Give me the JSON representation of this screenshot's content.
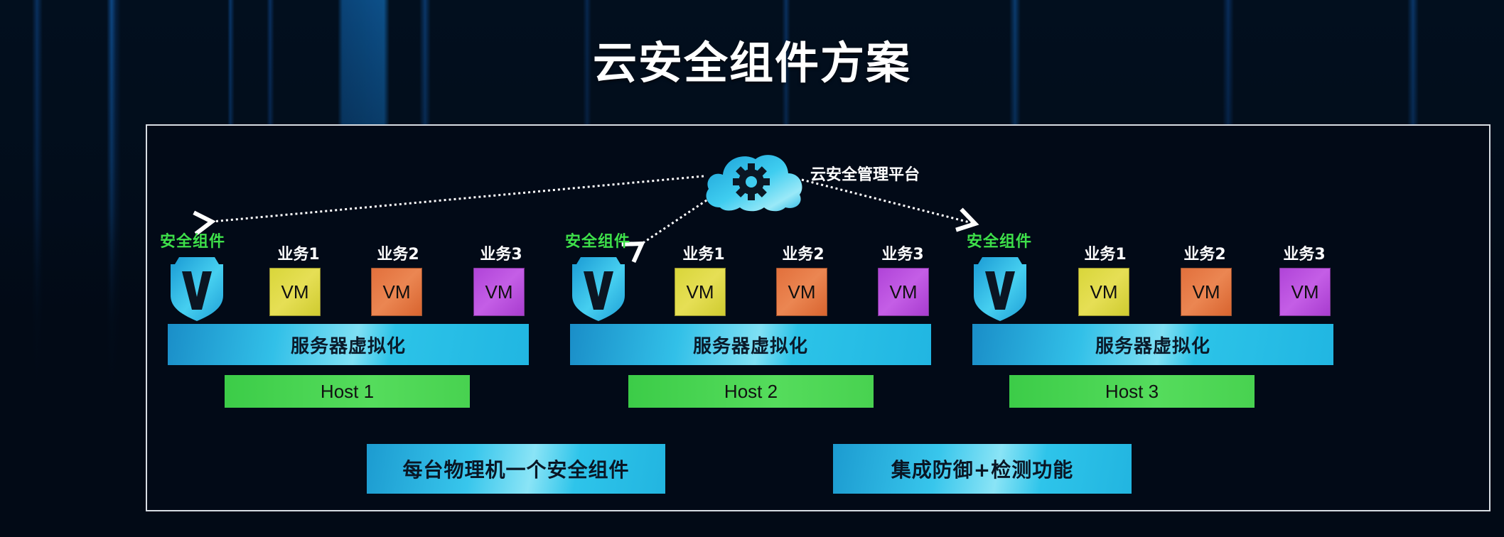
{
  "title": "云安全组件方案",
  "platform": {
    "label": "云安全管理平台",
    "icon": "cloud-gear-icon"
  },
  "hosts": [
    {
      "security_label": "安全组件",
      "shield_letter": "V",
      "services": [
        {
          "label": "业务1",
          "vm": "VM",
          "color": "#dcd640"
        },
        {
          "label": "业务2",
          "vm": "VM",
          "color": "#e6783f"
        },
        {
          "label": "业务3",
          "vm": "VM",
          "color": "#b84cdc"
        }
      ],
      "virtualization": "服务器虚拟化",
      "host": "Host 1"
    },
    {
      "security_label": "安全组件",
      "shield_letter": "V",
      "services": [
        {
          "label": "业务1",
          "vm": "VM",
          "color": "#dcd640"
        },
        {
          "label": "业务2",
          "vm": "VM",
          "color": "#e6783f"
        },
        {
          "label": "业务3",
          "vm": "VM",
          "color": "#b84cdc"
        }
      ],
      "virtualization": "服务器虚拟化",
      "host": "Host 2"
    },
    {
      "security_label": "安全组件",
      "shield_letter": "V",
      "services": [
        {
          "label": "业务1",
          "vm": "VM",
          "color": "#dcd640"
        },
        {
          "label": "业务2",
          "vm": "VM",
          "color": "#e6783f"
        },
        {
          "label": "业务3",
          "vm": "VM",
          "color": "#b84cdc"
        }
      ],
      "virtualization": "服务器虚拟化",
      "host": "Host 3"
    }
  ],
  "notes": [
    "每台物理机一个安全组件",
    "集成防御+检测功能"
  ],
  "colors": {
    "background": "#020b18",
    "security_green": "#3ee04a",
    "host_green": "#4cd454",
    "cyan": "#2cc3e8",
    "frame": "#d8dde3"
  }
}
